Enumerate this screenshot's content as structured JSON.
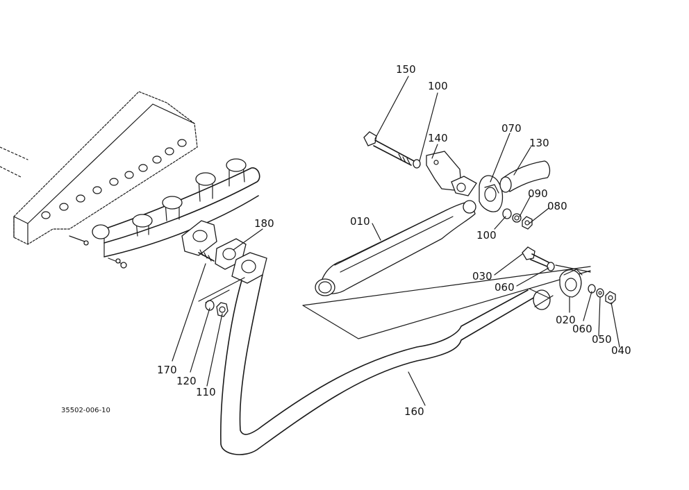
{
  "diagram": {
    "reference_code": "35502-006-10",
    "callouts": {
      "p010": "010",
      "p020": "020",
      "p030": "030",
      "p040": "040",
      "p050": "050",
      "p060a": "060",
      "p060b": "060",
      "p070": "070",
      "p080": "080",
      "p090": "090",
      "p100a": "100",
      "p100b": "100",
      "p110": "110",
      "p120": "120",
      "p130": "130",
      "p140": "140",
      "p150": "150",
      "p160": "160",
      "p170": "170",
      "p180": "180"
    }
  }
}
